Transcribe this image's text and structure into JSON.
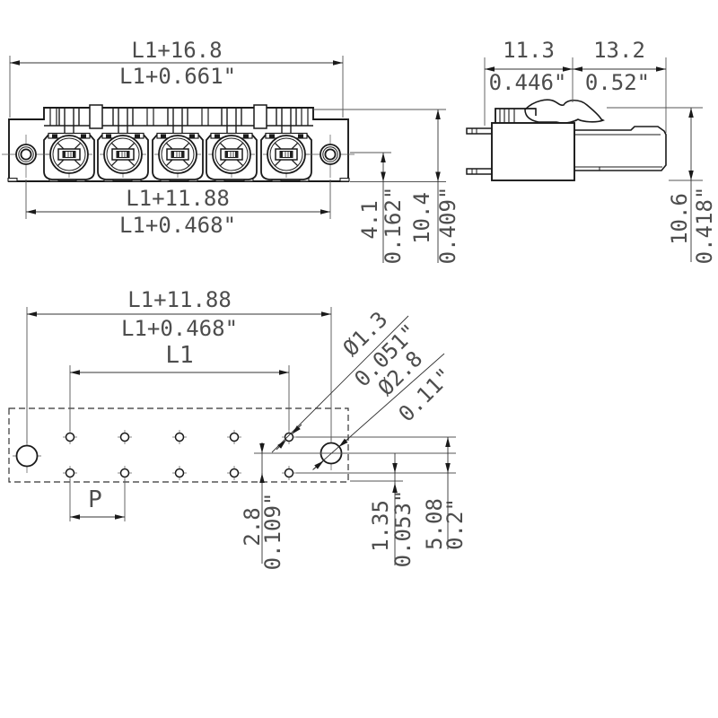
{
  "front_view": {
    "total_width_mm": "L1+16.8",
    "total_width_in": "L1+0.661\"",
    "flange_span_mm": "L1+11.88",
    "flange_span_in": "L1+0.468\"",
    "axis_height_mm": "4.1",
    "axis_height_in": "0.162\"",
    "overall_height_mm": "10.4",
    "overall_height_in": "0.409\""
  },
  "side_view": {
    "body_depth_mm": "11.3",
    "body_depth_in": "0.446\"",
    "plug_depth_mm": "13.2",
    "plug_depth_in": "0.52\"",
    "overall_height_mm": "10.6",
    "overall_height_in": "0.418\""
  },
  "footprint_view": {
    "flange_hole_span_mm": "L1+11.88",
    "flange_hole_span_in": "L1+0.468\"",
    "pin_span": "L1",
    "pitch": "P",
    "pin_hole_dia_mm": "Ø1.3",
    "pin_hole_dia_in": "0.051\"",
    "flange_hole_dia_mm": "Ø2.8",
    "flange_hole_dia_in": "0.11\"",
    "flange_row_offset_mm": "2.8",
    "flange_row_offset_in": "0.109\"",
    "edge_offset_mm": "1.35",
    "edge_offset_in": "0.053\"",
    "row_spacing_mm": "5.08",
    "row_spacing_in": "0.2\""
  }
}
